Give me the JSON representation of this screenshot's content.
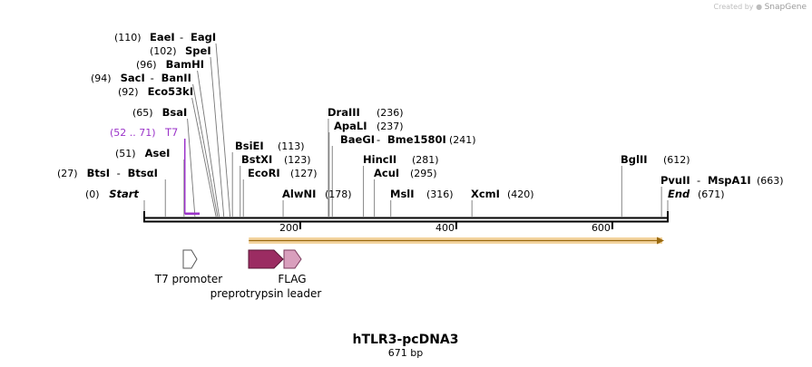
{
  "watermark": {
    "prefix": "Created by",
    "brand": "SnapGene"
  },
  "map": {
    "title": "hTLR3-pcDNA3",
    "length_label": "671 bp",
    "sequence_length": 671
  },
  "ruler": {
    "ticks": [
      200,
      400,
      600
    ]
  },
  "sites": [
    {
      "pos_label": "(0)",
      "name": "Start",
      "pos": 0,
      "italic": true
    },
    {
      "pos_label": "(27)",
      "name": "BtsI",
      "iso": "BtsαI",
      "pos": 27
    },
    {
      "pos_label": "(51)",
      "name": "AseI",
      "pos": 51
    },
    {
      "pos_label": "(65)",
      "name": "BsaI",
      "pos": 65
    },
    {
      "pos_label": "(92)",
      "name": "Eco53kI",
      "pos": 92
    },
    {
      "pos_label": "(94)",
      "name": "SacI",
      "iso": "BanII",
      "pos": 94
    },
    {
      "pos_label": "(96)",
      "name": "BamHI",
      "pos": 96
    },
    {
      "pos_label": "(102)",
      "name": "SpeI",
      "pos": 102
    },
    {
      "pos_label": "(110)",
      "name": "EaeI",
      "iso": "EagI",
      "pos": 110
    },
    {
      "pos_label": "(113)",
      "name": "BsiEI",
      "pos": 113
    },
    {
      "pos_label": "(123)",
      "name": "BstXI",
      "pos": 123
    },
    {
      "pos_label": "(127)",
      "name": "EcoRI",
      "pos": 127
    },
    {
      "pos_label": "(178)",
      "name": "AlwNI",
      "pos": 178
    },
    {
      "pos_label": "(236)",
      "name": "DraIII",
      "pos": 236
    },
    {
      "pos_label": "(237)",
      "name": "ApaLI",
      "pos": 237
    },
    {
      "pos_label": "(241)",
      "name": "BaeGI",
      "iso": "Bme1580I",
      "pos": 241
    },
    {
      "pos_label": "(281)",
      "name": "HincII",
      "pos": 281
    },
    {
      "pos_label": "(295)",
      "name": "AcuI",
      "pos": 295
    },
    {
      "pos_label": "(316)",
      "name": "MslI",
      "pos": 316
    },
    {
      "pos_label": "(420)",
      "name": "XcmI",
      "pos": 420
    },
    {
      "pos_label": "(612)",
      "name": "BglII",
      "pos": 612
    },
    {
      "pos_label": "(663)",
      "name": "PvuII",
      "iso": "MspA1I",
      "pos": 663
    },
    {
      "pos_label": "(671)",
      "name": "End",
      "pos": 671,
      "italic": true
    }
  ],
  "primer": {
    "label": "T7",
    "range_label": "(52 .. 71)",
    "start": 52,
    "end": 71,
    "color": "#9b33c9"
  },
  "features": [
    {
      "name": "T7 promoter",
      "start": 52,
      "end": 71,
      "fill": "#ffffff",
      "stroke": "#555555"
    },
    {
      "name": "preprotrypsin leader",
      "start": 134,
      "end": 177,
      "fill": "#9b2c62",
      "stroke": "#5a1636"
    },
    {
      "name": "FLAG",
      "start": 180,
      "end": 201,
      "fill": "#d99fbd",
      "stroke": "#7a3b5d"
    }
  ],
  "orf": {
    "start": 134,
    "end": 671,
    "fill": "#f0c987",
    "stroke": "#9a6a10"
  },
  "colors": {
    "backbone": "#000000",
    "leader": "#777777"
  }
}
